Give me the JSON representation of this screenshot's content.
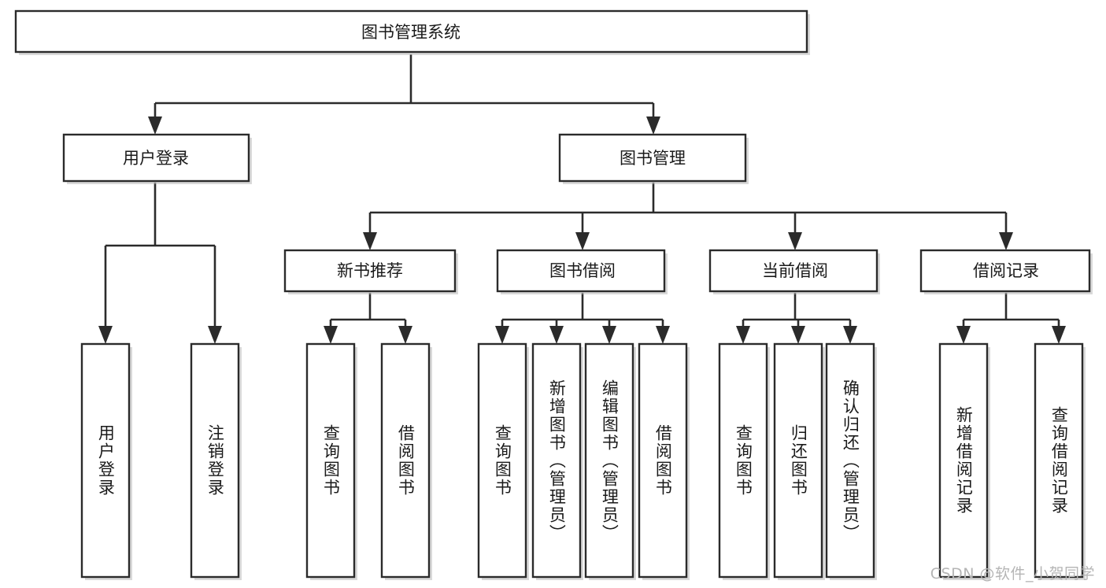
{
  "diagram": {
    "title": "图书管理系统",
    "type": "tree-hierarchy-chart",
    "root": {
      "id": "root",
      "label": "图书管理系统",
      "orientation": "horizontal"
    },
    "level2": [
      {
        "id": "user-login",
        "label": "用户登录",
        "orientation": "horizontal"
      },
      {
        "id": "book-manage",
        "label": "图书管理",
        "orientation": "horizontal"
      }
    ],
    "level3": [
      {
        "id": "new-book-rec",
        "label": "新书推荐",
        "orientation": "horizontal",
        "parent": "book-manage"
      },
      {
        "id": "book-borrow",
        "label": "图书借阅",
        "orientation": "horizontal",
        "parent": "book-manage"
      },
      {
        "id": "current-borrow",
        "label": "当前借阅",
        "orientation": "horizontal",
        "parent": "book-manage"
      },
      {
        "id": "borrow-record",
        "label": "借阅记录",
        "orientation": "horizontal",
        "parent": "book-manage"
      }
    ],
    "leaves": [
      {
        "id": "leaf-user-login",
        "label": "用户登录",
        "orientation": "vertical",
        "parent": "user-login"
      },
      {
        "id": "leaf-logout-login",
        "label": "注销登录",
        "orientation": "vertical",
        "parent": "user-login"
      },
      {
        "id": "leaf-query-book-1",
        "label": "查询图书",
        "orientation": "vertical",
        "parent": "new-book-rec"
      },
      {
        "id": "leaf-borrow-book-1",
        "label": "借阅图书",
        "orientation": "vertical",
        "parent": "new-book-rec"
      },
      {
        "id": "leaf-query-book-2",
        "label": "查询图书",
        "orientation": "vertical",
        "parent": "book-borrow"
      },
      {
        "id": "leaf-add-book",
        "label": "新增图书（管理员）",
        "orientation": "vertical",
        "parent": "book-borrow"
      },
      {
        "id": "leaf-edit-book",
        "label": "编辑图书（管理员）",
        "orientation": "vertical",
        "parent": "book-borrow"
      },
      {
        "id": "leaf-borrow-book-2",
        "label": "借阅图书",
        "orientation": "vertical",
        "parent": "book-borrow"
      },
      {
        "id": "leaf-query-book-3",
        "label": "查询图书",
        "orientation": "vertical",
        "parent": "current-borrow"
      },
      {
        "id": "leaf-return-book",
        "label": "归还图书",
        "orientation": "vertical",
        "parent": "current-borrow"
      },
      {
        "id": "leaf-confirm-return",
        "label": "确认归还（管理员）",
        "orientation": "vertical",
        "parent": "current-borrow"
      },
      {
        "id": "leaf-add-record",
        "label": "新增借阅记录",
        "orientation": "vertical",
        "parent": "borrow-record"
      },
      {
        "id": "leaf-query-record",
        "label": "查询借阅记录",
        "orientation": "vertical",
        "parent": "borrow-record"
      }
    ],
    "colors": {
      "box_stroke": "#2b2b2b",
      "box_fill": "#ffffff",
      "connector": "#2b2b2b",
      "text": "#1a1a1a",
      "watermark": "#b5b5b5",
      "background": "#ffffff"
    }
  },
  "watermark": {
    "text": "CSDN @软件_小贺同学"
  }
}
